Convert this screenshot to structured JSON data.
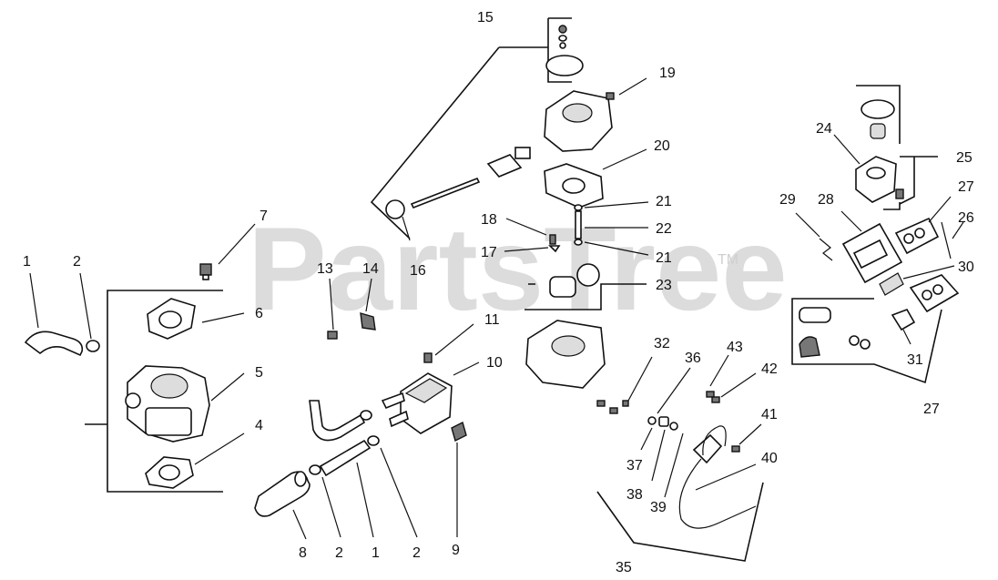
{
  "watermark": {
    "text": "PartsTree",
    "mark": "TM"
  },
  "labels": {
    "n1a": "1",
    "n2a": "2",
    "n6": "6",
    "n5": "5",
    "n4": "4",
    "n7": "7",
    "n8": "8",
    "n2b": "2",
    "n1b": "1",
    "n2c": "2",
    "n9": "9",
    "n13": "13",
    "n14": "14",
    "n16": "16",
    "n11": "11",
    "n10": "10",
    "n15": "15",
    "n19": "19",
    "n20": "20",
    "n18": "18",
    "n17": "17",
    "n21a": "21",
    "n22": "22",
    "n21b": "21",
    "n23": "23",
    "n32": "32",
    "n36": "36",
    "n43": "43",
    "n42": "42",
    "n41": "41",
    "n40": "40",
    "n37": "37",
    "n38": "38",
    "n39": "39",
    "n35": "35",
    "n24": "24",
    "n25": "25",
    "n29": "29",
    "n28": "28",
    "n27a": "27",
    "n26": "26",
    "n30": "30",
    "n31": "31",
    "n27b": "27"
  }
}
